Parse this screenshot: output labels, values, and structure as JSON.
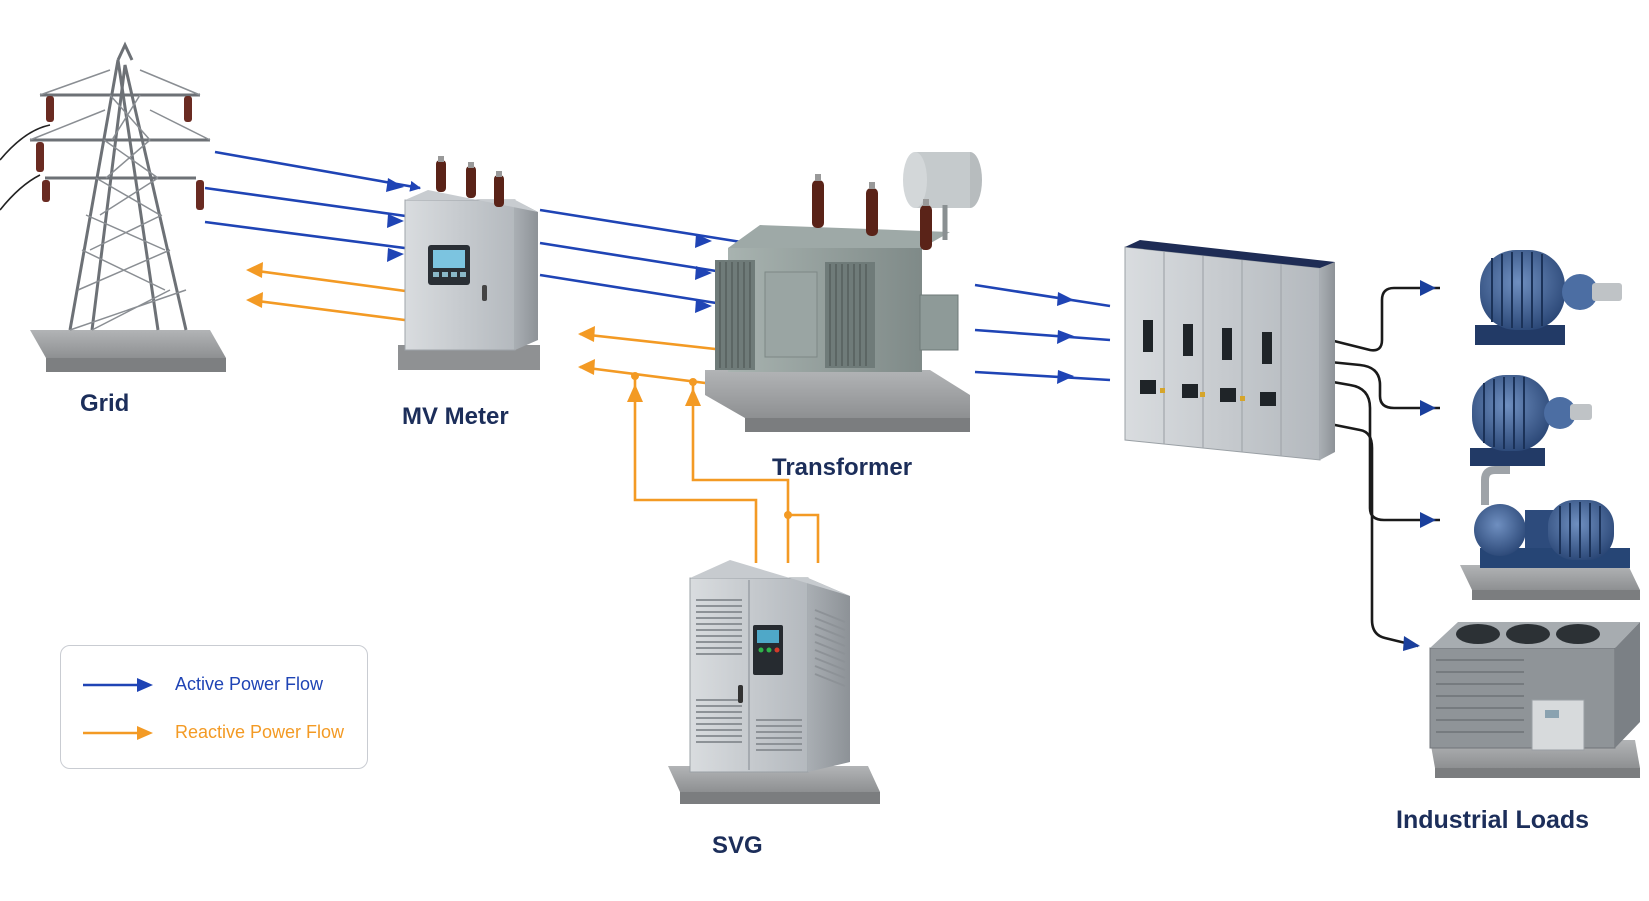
{
  "labels": {
    "grid": "Grid",
    "mv_meter": "MV Meter",
    "transformer": "Transformer",
    "svg": "SVG",
    "industrial_loads": "Industrial Loads"
  },
  "legend": {
    "active": "Active Power Flow",
    "reactive": "Reactive Power Flow"
  },
  "colors": {
    "active": "#1f44b5",
    "reactive": "#f39a24",
    "load_feed": "#1a1a1a",
    "label": "#1c2e5a"
  },
  "icons": [
    "transmission-tower-icon",
    "meter-cabinet-icon",
    "transformer-icon",
    "switchgear-icon",
    "svg-cabinet-icon",
    "motor-icon",
    "pump-icon",
    "chiller-icon"
  ]
}
